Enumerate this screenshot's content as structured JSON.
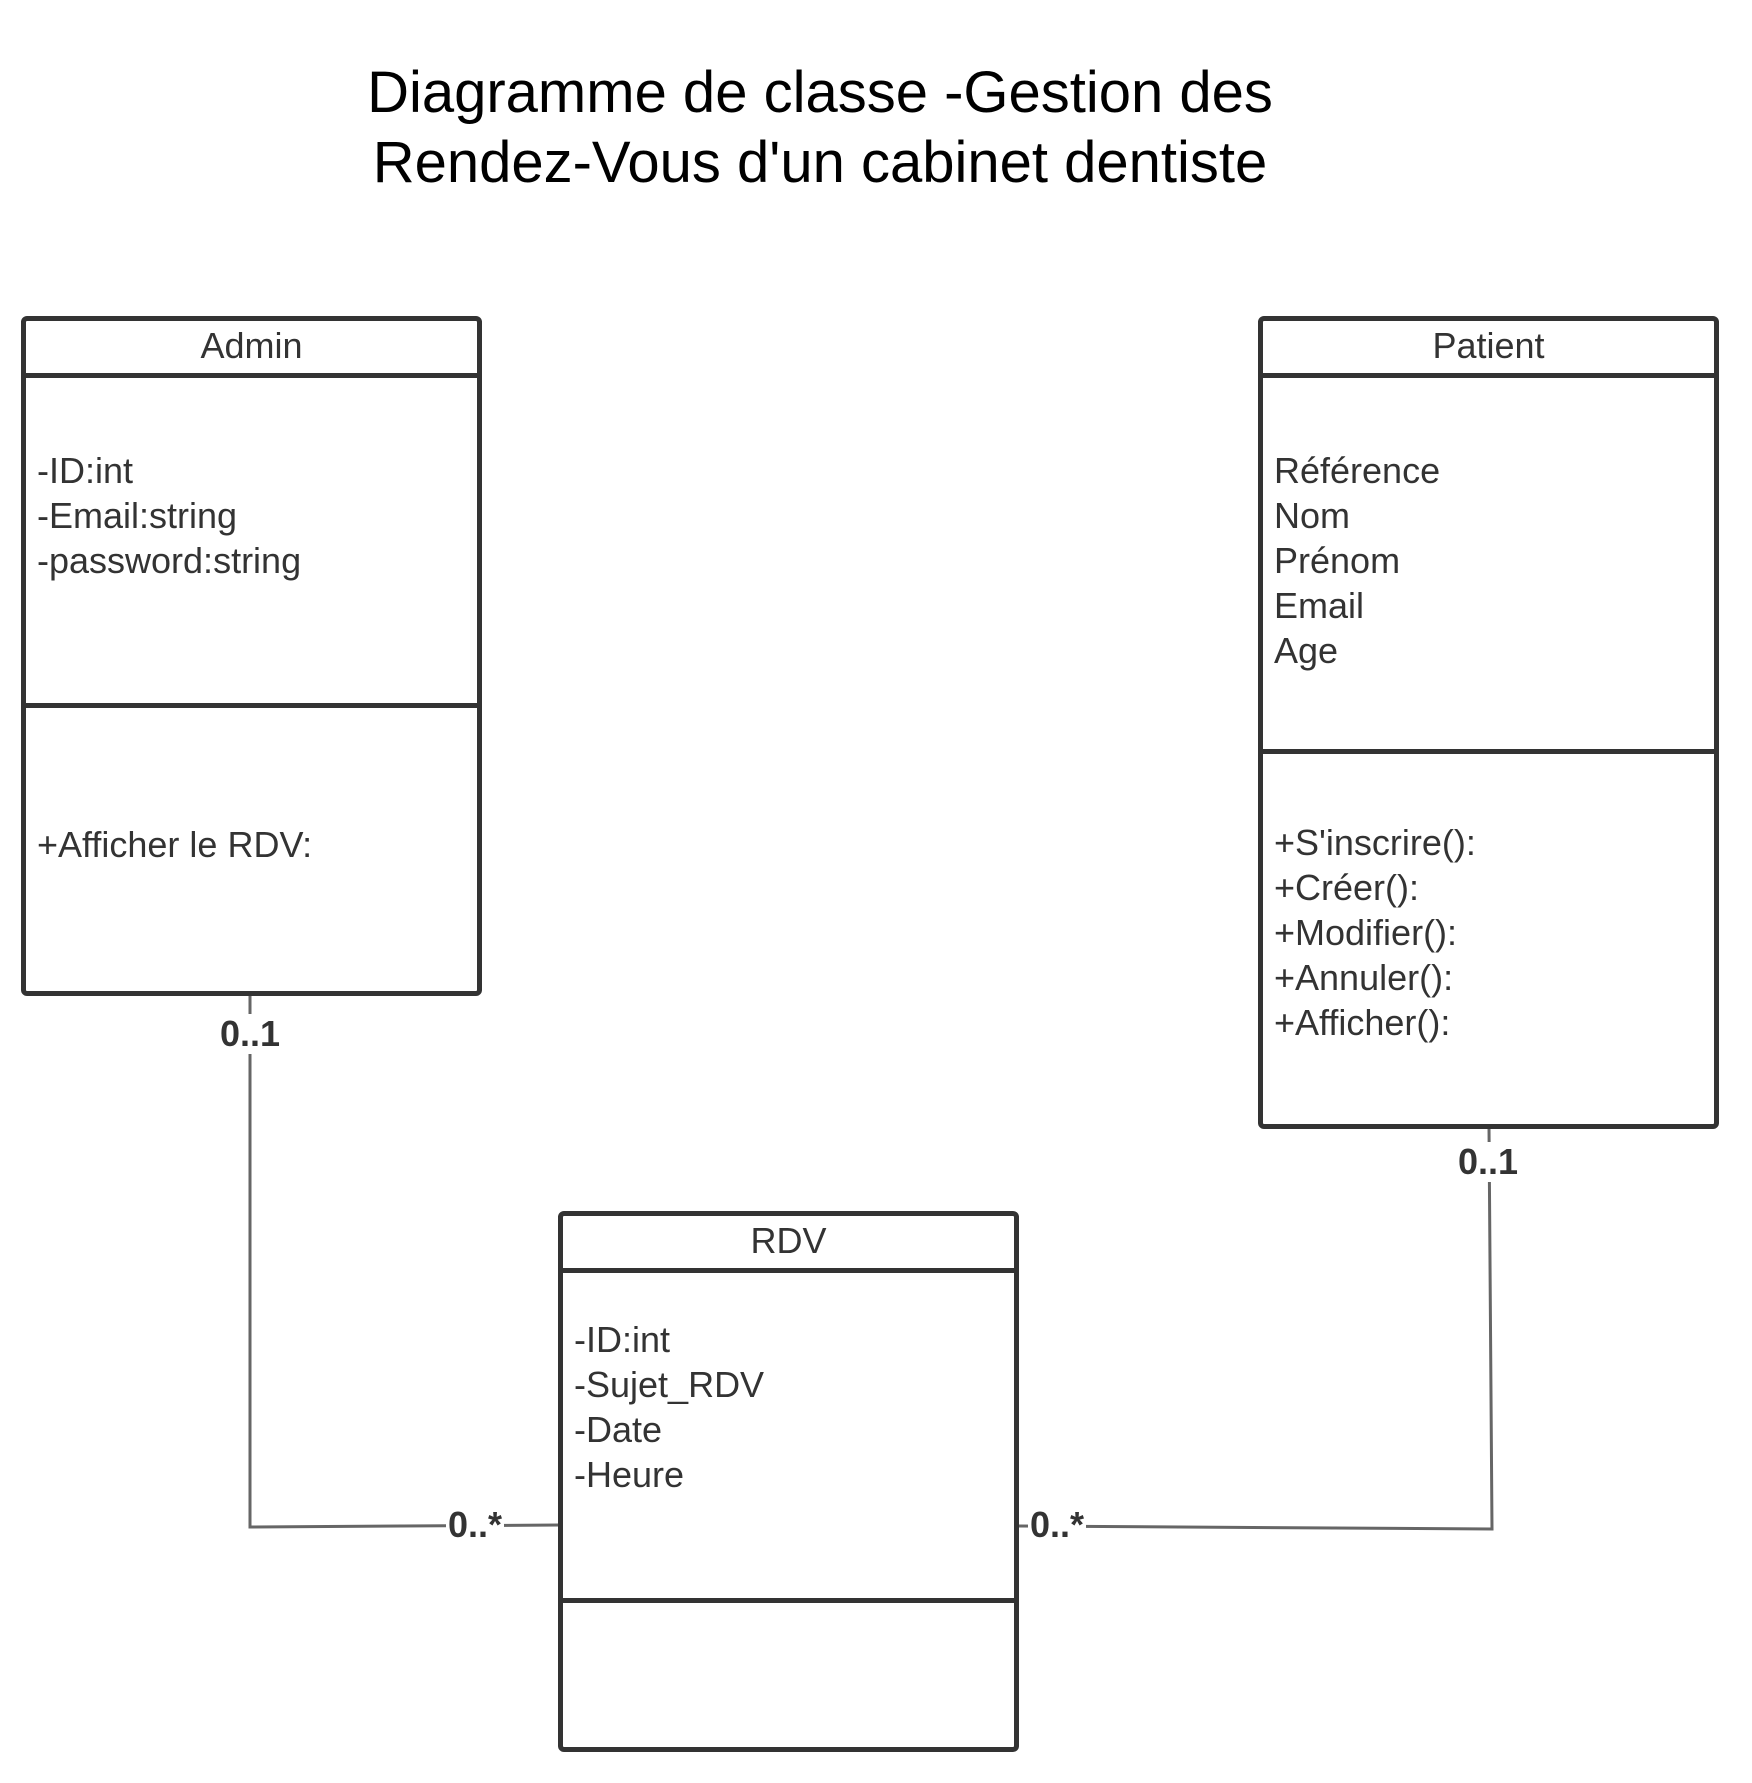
{
  "title": {
    "line1": "Diagramme de classe -Gestion des",
    "line2": "Rendez-Vous d'un cabinet dentiste"
  },
  "classes": {
    "admin": {
      "name": "Admin",
      "attributes": [
        "-ID:int",
        "-Email:string",
        "-password:string"
      ],
      "methods": [
        "+Afficher le RDV:"
      ]
    },
    "patient": {
      "name": "Patient",
      "attributes": [
        "Référence",
        "Nom",
        "Prénom",
        "Email",
        "Age"
      ],
      "methods": [
        "+S'inscrire():",
        "+Créer():",
        "+Modifier():",
        "+Annuler():",
        "+Afficher():"
      ]
    },
    "rdv": {
      "name": "RDV",
      "attributes": [
        "-ID:int",
        "-Sujet_RDV",
        "-Date",
        "-Heure"
      ],
      "methods": []
    }
  },
  "associations": {
    "admin_rdv": {
      "admin_end": "0..1",
      "rdv_end": "0..*"
    },
    "patient_rdv": {
      "patient_end": "0..1",
      "rdv_end": "0..*"
    }
  },
  "colors": {
    "border": "#333333",
    "connector": "#666666",
    "text": "#333333",
    "title": "#000000"
  }
}
